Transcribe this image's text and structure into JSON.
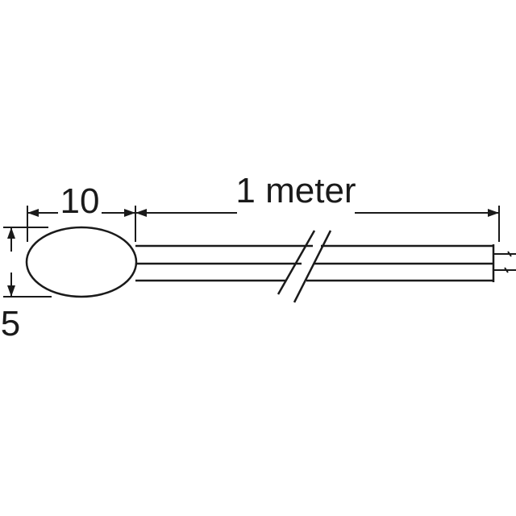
{
  "labels": {
    "bead_length": "10",
    "lead_length": "1 meter",
    "bead_diameter": "5"
  },
  "colors": {
    "ink": "#1a1a1a",
    "background": "#ffffff"
  }
}
